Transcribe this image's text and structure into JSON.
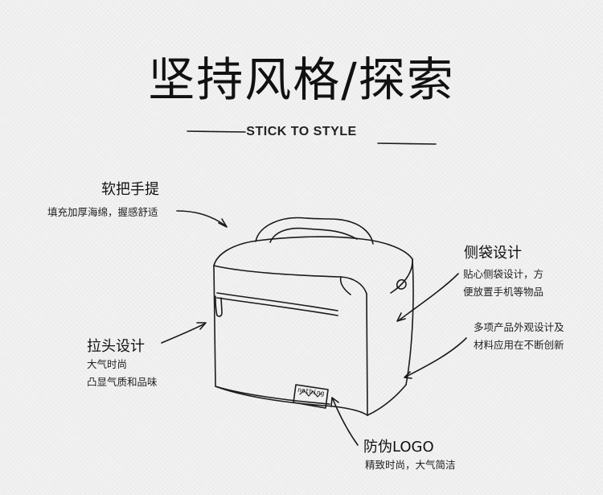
{
  "heading": {
    "title": "坚持风格/探索",
    "subtitle": "STICK TO STYLE"
  },
  "callouts": {
    "handle": {
      "title": "软把手提",
      "desc": "填充加厚海绵，握感舒适"
    },
    "side_pocket": {
      "title": "侧袋设计",
      "line1": "贴心侧袋设计，方",
      "line2": "便放置手机等物品"
    },
    "product_range": {
      "line1": "多项产品外观设计及",
      "line2": "材料应用在不断创新"
    },
    "zipper": {
      "title": "拉头设计",
      "line1": "大气时尚",
      "line2": "凸显气质和品味"
    },
    "logo": {
      "title": "防伪LOGO",
      "desc": "精致时尚，大气简洁"
    }
  },
  "bag_label": "nothing",
  "colors": {
    "background": "#f2f2f2",
    "ink": "#1a1a1a"
  }
}
